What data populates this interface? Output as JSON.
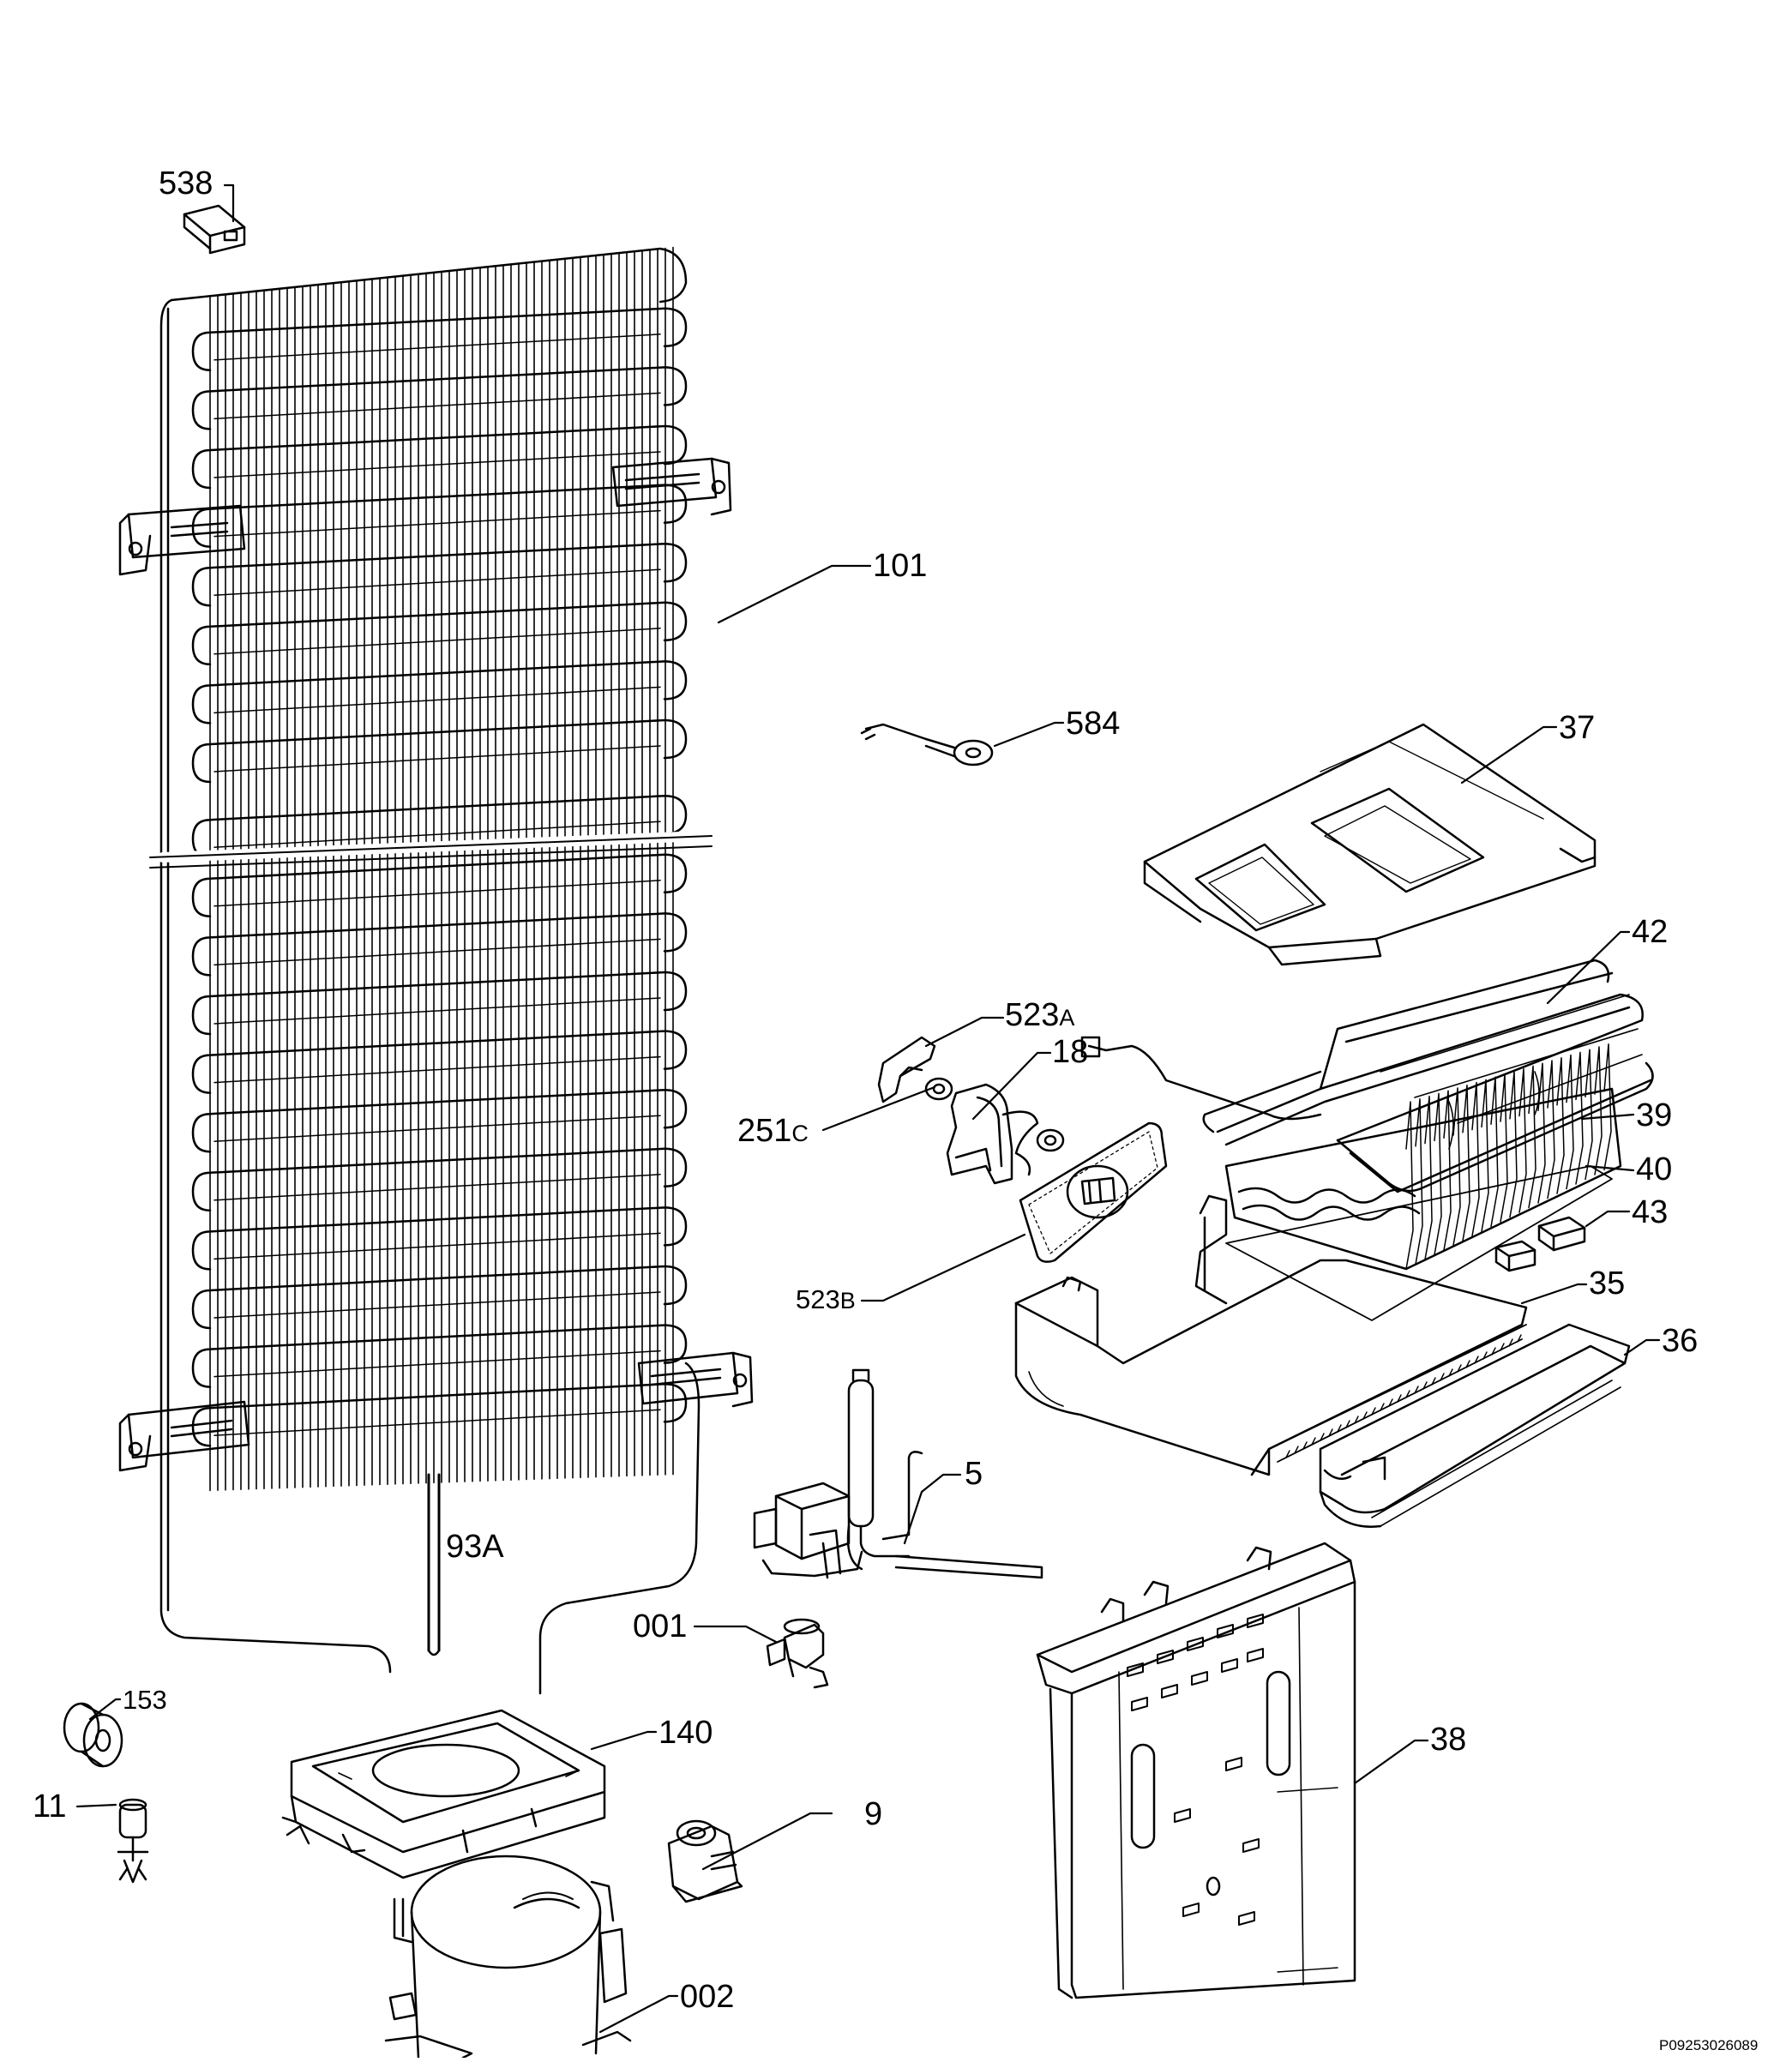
{
  "diagram": {
    "drawing_code": "P09253026089",
    "callouts": [
      {
        "id": "538",
        "text": "538"
      },
      {
        "id": "101",
        "text": "101"
      },
      {
        "id": "584",
        "text": "584"
      },
      {
        "id": "37",
        "text": "37"
      },
      {
        "id": "42",
        "text": "42"
      },
      {
        "id": "523A",
        "text": "523",
        "suffix": "A"
      },
      {
        "id": "18",
        "text": "18"
      },
      {
        "id": "251C",
        "text": "251",
        "suffix": "C"
      },
      {
        "id": "39",
        "text": "39"
      },
      {
        "id": "40",
        "text": "40"
      },
      {
        "id": "43",
        "text": "43"
      },
      {
        "id": "523B",
        "text": "523",
        "suffix": "B"
      },
      {
        "id": "35",
        "text": "35"
      },
      {
        "id": "36",
        "text": "36"
      },
      {
        "id": "5",
        "text": "5"
      },
      {
        "id": "93A",
        "text": "93A"
      },
      {
        "id": "001",
        "text": "001"
      },
      {
        "id": "153",
        "text": "153"
      },
      {
        "id": "140",
        "text": "140"
      },
      {
        "id": "38",
        "text": "38"
      },
      {
        "id": "9",
        "text": "9"
      },
      {
        "id": "11",
        "text": "11"
      },
      {
        "id": "002",
        "text": "002"
      }
    ]
  }
}
